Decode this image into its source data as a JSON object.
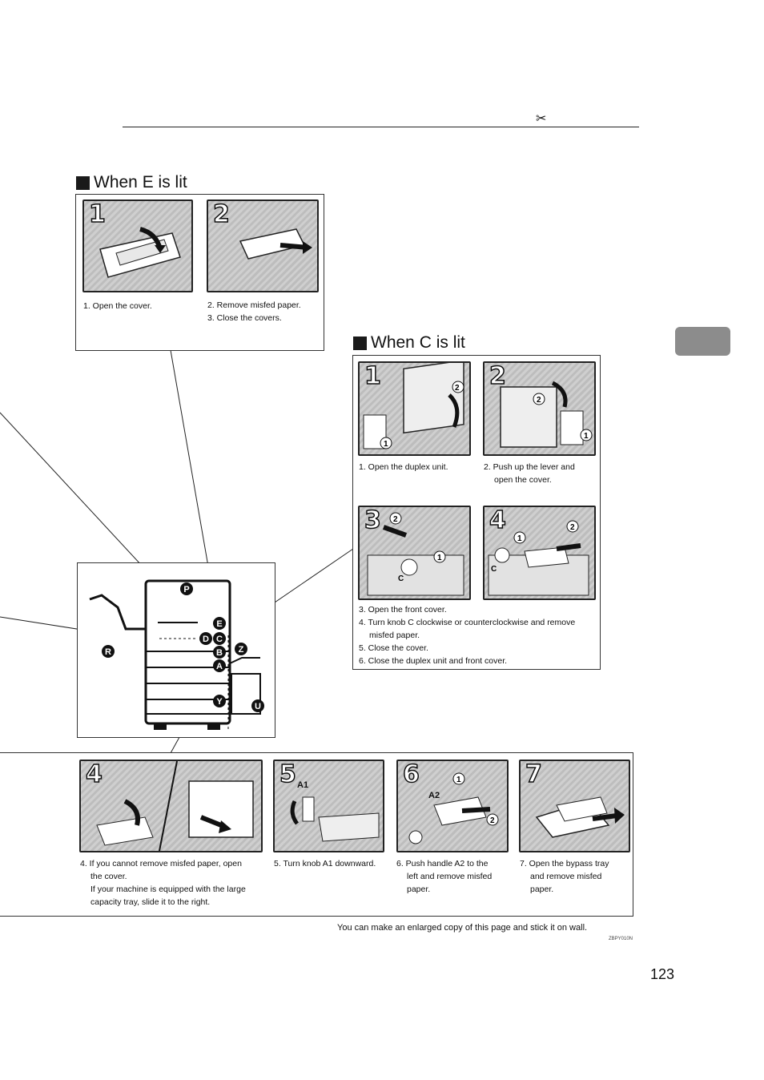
{
  "header": {
    "icon": "scissors-jam-icon"
  },
  "sections": {
    "e": {
      "title": "When E is lit",
      "steps": [
        {
          "num": "1",
          "caption": "1. Open the cover."
        },
        {
          "num": "2",
          "caption_lines": [
            "2. Remove misfed paper.",
            "3. Close the covers."
          ]
        }
      ]
    },
    "c": {
      "title": "When C is lit",
      "steps": [
        {
          "num": "1",
          "caption": "1. Open the duplex unit."
        },
        {
          "num": "2",
          "caption_lines": [
            "2. Push up the lever and",
            "open the cover."
          ]
        },
        {
          "num": "3"
        },
        {
          "num": "4"
        }
      ],
      "bottom_lines": [
        "3. Open the front cover.",
        "4. Turn knob C clockwise or counterclockwise and remove",
        "misfed paper.",
        "5. Close the cover.",
        "6. Close the duplex unit and front cover."
      ]
    },
    "bottom": {
      "steps": [
        {
          "num": "4",
          "caption_lines": [
            "4. If you cannot remove misfed paper, open",
            "the cover.",
            "If your machine is equipped with the large",
            "capacity tray, slide it to the right."
          ]
        },
        {
          "num": "5",
          "label": "A1",
          "caption": "5. Turn knob A1 downward."
        },
        {
          "num": "6",
          "label": "A2",
          "caption_lines": [
            "6. Push handle A2 to the",
            "left and remove misfed",
            "paper."
          ]
        },
        {
          "num": "7",
          "caption_lines": [
            "7. Open the bypass tray",
            "and remove misfed",
            "paper."
          ]
        }
      ]
    }
  },
  "machine": {
    "labels": [
      "P",
      "E",
      "D",
      "C",
      "R",
      "B",
      "Z",
      "A",
      "Y",
      "U"
    ]
  },
  "callouts": {
    "one": "1",
    "two": "2",
    "knob": "C"
  },
  "footer": {
    "note": "You can make an enlarged copy of this page and stick it on wall.",
    "code": "ZBPY010N"
  },
  "page_number": "123"
}
